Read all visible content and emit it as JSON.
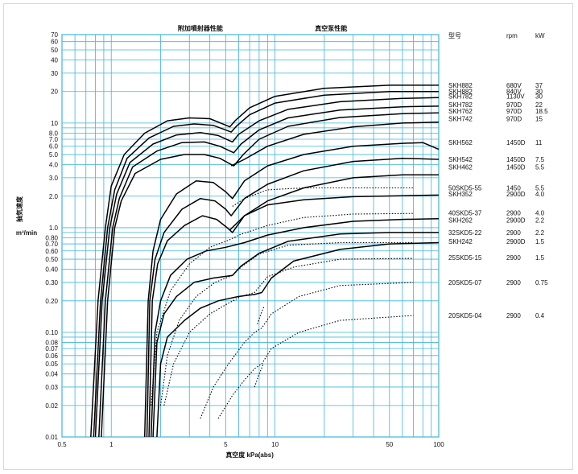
{
  "chart_data": {
    "type": "line",
    "title": "",
    "header_left": "附加噴射器性能",
    "header_right": "真空泵性能",
    "xlabel": "真空度 kPa(abs)",
    "ylabel": "抽気速度",
    "yunit": "m³/min",
    "xscale": "log",
    "yscale": "log",
    "xlim": [
      0.5,
      100
    ],
    "ylim": [
      0.01,
      70
    ],
    "grid": true,
    "x_ticks": [
      0.5,
      1,
      5,
      10,
      50,
      100
    ],
    "x_tick_labels": [
      "0.5",
      "1",
      "5",
      "10",
      "50",
      "100"
    ],
    "y_ticks": [
      0.01,
      0.02,
      0.03,
      0.04,
      0.05,
      0.06,
      0.07,
      0.08,
      0.1,
      0.2,
      0.3,
      0.4,
      0.5,
      0.6,
      0.7,
      0.8,
      1.0,
      2.0,
      3.0,
      4.0,
      5.0,
      6.0,
      7.0,
      8.0,
      10,
      20,
      30,
      40,
      50,
      60,
      70
    ],
    "y_tick_labels": [
      "0.01",
      "0.02",
      "0.03",
      "0.04",
      "0.05",
      "0.06",
      "0.07",
      "0.08",
      "0.10",
      "0.20",
      "0.30",
      "0.40",
      "0.50",
      "0.60",
      "0.70",
      "0.80",
      "1.0",
      "2.0",
      "3.0",
      "4.0",
      "5.0",
      "6.0",
      "7.0",
      "8.0",
      "10",
      "20",
      "30",
      "40",
      "50",
      "60",
      "70"
    ],
    "table_headers": [
      "型号",
      "rpm",
      "kW"
    ],
    "table_rows": [
      {
        "model": "SKH882",
        "rpm": "680V",
        "kw": "37",
        "y": 23
      },
      {
        "model": "SKH882",
        "rpm": "840V",
        "kw": "30",
        "y": 20
      },
      {
        "model": "SKH782",
        "rpm": "1130V",
        "kw": "30",
        "y": 18
      },
      {
        "model": "SKH782",
        "rpm": "970D",
        "kw": "22",
        "y": 15
      },
      {
        "model": "SKH762",
        "rpm": "970D",
        "kw": "18.5",
        "y": 13
      },
      {
        "model": "SKH742",
        "rpm": "970D",
        "kw": "15",
        "y": 11
      },
      {
        "model": "SKH562",
        "rpm": "1450D",
        "kw": "11",
        "y": 6.5
      },
      {
        "model": "SKH542",
        "rpm": "1450D",
        "kw": "7.5",
        "y": 4.5
      },
      {
        "model": "SKH462",
        "rpm": "1450D",
        "kw": "5.5",
        "y": 3.8
      },
      {
        "model": "50SKD5-55",
        "rpm": "1450",
        "kw": "5.5",
        "y": 2.4
      },
      {
        "model": "SKH352",
        "rpm": "2900D",
        "kw": "4.0",
        "y": 2.1
      },
      {
        "model": "40SKD5-37",
        "rpm": "2900",
        "kw": "4.0",
        "y": 1.38
      },
      {
        "model": "SKH262",
        "rpm": "2900D",
        "kw": "2.2",
        "y": 1.18
      },
      {
        "model": "32SKD5-22",
        "rpm": "2900",
        "kw": "2.2",
        "y": 0.9
      },
      {
        "model": "SKH242",
        "rpm": "2900D",
        "kw": "1.5",
        "y": 0.74
      },
      {
        "model": "25SKD5-15",
        "rpm": "2900",
        "kw": "1.5",
        "y": 0.52
      },
      {
        "model": "20SKD5-07",
        "rpm": "2900",
        "kw": "0.75",
        "y": 0.3
      },
      {
        "model": "20SKD5-04",
        "rpm": "2900",
        "kw": "0.4",
        "y": 0.145
      }
    ],
    "series": [
      {
        "style": "solid",
        "points": [
          [
            0.75,
            0.01
          ],
          [
            0.83,
            0.2
          ],
          [
            0.92,
            1.0
          ],
          [
            1.0,
            2.5
          ],
          [
            1.2,
            5
          ],
          [
            1.6,
            8
          ],
          [
            2.2,
            10.5
          ],
          [
            3.0,
            11.2
          ],
          [
            4.0,
            11
          ],
          [
            5.3,
            9.2
          ],
          [
            5.7,
            10.5
          ],
          [
            7,
            14
          ],
          [
            10,
            18
          ],
          [
            20,
            21.5
          ],
          [
            50,
            23
          ],
          [
            100,
            23
          ]
        ]
      },
      {
        "style": "solid",
        "points": [
          [
            0.78,
            0.01
          ],
          [
            0.86,
            0.2
          ],
          [
            0.95,
            1.0
          ],
          [
            1.05,
            2.3
          ],
          [
            1.25,
            4.6
          ],
          [
            1.7,
            7.2
          ],
          [
            2.4,
            9.3
          ],
          [
            3.2,
            9.8
          ],
          [
            4.2,
            9.5
          ],
          [
            5.4,
            8.2
          ],
          [
            5.8,
            9.3
          ],
          [
            7,
            12
          ],
          [
            10,
            15.5
          ],
          [
            20,
            18.5
          ],
          [
            50,
            20
          ],
          [
            100,
            20
          ]
        ]
      },
      {
        "style": "solid",
        "points": [
          [
            0.8,
            0.01
          ],
          [
            0.88,
            0.2
          ],
          [
            0.98,
            1.0
          ],
          [
            1.08,
            2.1
          ],
          [
            1.3,
            4.2
          ],
          [
            1.8,
            6.3
          ],
          [
            2.5,
            7.7
          ],
          [
            3.5,
            8.1
          ],
          [
            4.5,
            7.6
          ],
          [
            5.5,
            6.6
          ],
          [
            6,
            7.8
          ],
          [
            8,
            10.5
          ],
          [
            12,
            13.5
          ],
          [
            25,
            16
          ],
          [
            60,
            17.2
          ],
          [
            100,
            17.5
          ]
        ]
      },
      {
        "style": "solid",
        "points": [
          [
            0.84,
            0.01
          ],
          [
            0.92,
            0.2
          ],
          [
            1.02,
            1.0
          ],
          [
            1.12,
            1.9
          ],
          [
            1.35,
            3.8
          ],
          [
            1.9,
            5.4
          ],
          [
            2.7,
            6.5
          ],
          [
            3.7,
            6.6
          ],
          [
            4.6,
            6.0
          ],
          [
            5.6,
            5.2
          ],
          [
            6.2,
            6.3
          ],
          [
            8,
            8.6
          ],
          [
            12,
            11.2
          ],
          [
            25,
            13.3
          ],
          [
            60,
            14.3
          ],
          [
            100,
            14.5
          ]
        ]
      },
      {
        "style": "solid",
        "points": [
          [
            0.87,
            0.01
          ],
          [
            0.95,
            0.2
          ],
          [
            1.05,
            1.0
          ],
          [
            1.15,
            1.8
          ],
          [
            1.4,
            3.3
          ],
          [
            2.0,
            4.5
          ],
          [
            2.8,
            5.0
          ],
          [
            3.7,
            5.0
          ],
          [
            4.6,
            4.6
          ],
          [
            5.6,
            3.9
          ],
          [
            6.4,
            5.0
          ],
          [
            8,
            7.0
          ],
          [
            12,
            9.3
          ],
          [
            25,
            11.3
          ],
          [
            60,
            12.3
          ],
          [
            100,
            12.5
          ]
        ]
      },
      {
        "style": "solid",
        "points": [
          [
            5.4,
            3.9
          ],
          [
            6.5,
            4.5
          ],
          [
            9,
            6.0
          ],
          [
            15,
            7.8
          ],
          [
            30,
            9.2
          ],
          [
            60,
            10
          ],
          [
            100,
            10.2
          ]
        ]
      },
      {
        "style": "solid",
        "points": [
          [
            1.6,
            0.01
          ],
          [
            1.68,
            0.2
          ],
          [
            1.8,
            0.6
          ],
          [
            2.0,
            1.2
          ],
          [
            2.5,
            2.1
          ],
          [
            3.3,
            2.8
          ],
          [
            4.2,
            2.7
          ],
          [
            5.0,
            2.2
          ],
          [
            5.5,
            1.9
          ],
          [
            6.5,
            2.8
          ],
          [
            9,
            3.9
          ],
          [
            15,
            5.0
          ],
          [
            30,
            6.0
          ],
          [
            60,
            6.4
          ],
          [
            80,
            6.5
          ],
          [
            100,
            5.6
          ]
        ]
      },
      {
        "style": "solid",
        "points": [
          [
            1.65,
            0.01
          ],
          [
            1.72,
            0.2
          ],
          [
            1.85,
            0.5
          ],
          [
            2.1,
            0.9
          ],
          [
            2.7,
            1.5
          ],
          [
            3.5,
            1.9
          ],
          [
            4.3,
            1.8
          ],
          [
            5.0,
            1.5
          ],
          [
            5.4,
            1.3
          ],
          [
            6.5,
            1.9
          ],
          [
            9,
            2.6
          ],
          [
            15,
            3.5
          ],
          [
            30,
            4.3
          ],
          [
            60,
            4.6
          ],
          [
            100,
            4.5
          ]
        ]
      },
      {
        "style": "solid",
        "points": [
          [
            1.7,
            0.01
          ],
          [
            1.78,
            0.2
          ],
          [
            1.92,
            0.45
          ],
          [
            2.2,
            0.75
          ],
          [
            2.8,
            1.05
          ],
          [
            3.6,
            1.3
          ],
          [
            4.4,
            1.2
          ],
          [
            5.1,
            1.0
          ],
          [
            5.5,
            0.9
          ],
          [
            6.5,
            1.3
          ],
          [
            9,
            1.8
          ],
          [
            15,
            2.4
          ],
          [
            30,
            3.0
          ],
          [
            60,
            3.2
          ],
          [
            100,
            3.2
          ]
        ]
      },
      {
        "style": "solid",
        "points": [
          [
            5.3,
            0.95
          ],
          [
            6.5,
            1.3
          ],
          [
            9,
            1.65
          ],
          [
            15,
            1.85
          ],
          [
            30,
            1.98
          ],
          [
            60,
            2.02
          ],
          [
            100,
            2.05
          ]
        ]
      },
      {
        "style": "solid",
        "points": [
          [
            1.75,
            0.01
          ],
          [
            1.85,
            0.1
          ],
          [
            2.0,
            0.2
          ],
          [
            2.3,
            0.35
          ],
          [
            2.9,
            0.5
          ],
          [
            3.8,
            0.6
          ],
          [
            5.0,
            0.65
          ],
          [
            6.5,
            0.72
          ],
          [
            9,
            0.85
          ],
          [
            15,
            1.0
          ],
          [
            30,
            1.15
          ],
          [
            60,
            1.2
          ],
          [
            100,
            1.22
          ]
        ]
      },
      {
        "style": "solid",
        "points": [
          [
            1.8,
            0.01
          ],
          [
            1.9,
            0.08
          ],
          [
            2.1,
            0.15
          ],
          [
            2.5,
            0.22
          ],
          [
            3.2,
            0.3
          ],
          [
            4.2,
            0.33
          ],
          [
            5.5,
            0.35
          ],
          [
            6.2,
            0.43
          ],
          [
            8,
            0.57
          ],
          [
            12,
            0.74
          ],
          [
            25,
            0.87
          ],
          [
            50,
            0.9
          ],
          [
            100,
            0.9
          ]
        ]
      },
      {
        "style": "solid",
        "points": [
          [
            1.9,
            0.01
          ],
          [
            2.0,
            0.05
          ],
          [
            2.2,
            0.09
          ],
          [
            2.8,
            0.13
          ],
          [
            3.5,
            0.17
          ],
          [
            4.5,
            0.2
          ],
          [
            6,
            0.22
          ],
          [
            7.5,
            0.23
          ],
          [
            8.3,
            0.24
          ],
          [
            9.5,
            0.33
          ],
          [
            13,
            0.48
          ],
          [
            25,
            0.62
          ],
          [
            50,
            0.7
          ],
          [
            100,
            0.72
          ]
        ]
      },
      {
        "style": "dotted",
        "points": [
          [
            5.5,
            1.6
          ],
          [
            6.5,
            1.9
          ],
          [
            9,
            2.3
          ],
          [
            15,
            2.4
          ],
          [
            30,
            2.4
          ],
          [
            70,
            2.4
          ]
        ]
      },
      {
        "style": "dotted",
        "points": [
          [
            1.75,
            0.02
          ],
          [
            1.9,
            0.1
          ],
          [
            2.3,
            0.25
          ],
          [
            3.0,
            0.45
          ],
          [
            4.0,
            0.65
          ],
          [
            5.2,
            0.76
          ],
          [
            5.8,
            0.82
          ],
          [
            6,
            0.85
          ],
          [
            9,
            1.05
          ],
          [
            15,
            1.25
          ],
          [
            30,
            1.35
          ],
          [
            70,
            1.37
          ]
        ]
      },
      {
        "style": "dotted",
        "points": [
          [
            2.0,
            0.02
          ],
          [
            2.2,
            0.06
          ],
          [
            2.6,
            0.13
          ],
          [
            3.3,
            0.22
          ],
          [
            4.3,
            0.3
          ],
          [
            5.5,
            0.35
          ],
          [
            6.2,
            0.42
          ],
          [
            8,
            0.56
          ],
          [
            12,
            0.68
          ],
          [
            25,
            0.72
          ],
          [
            70,
            0.72
          ]
        ]
      },
      {
        "style": "dotted",
        "points": [
          [
            2.1,
            0.02
          ],
          [
            2.4,
            0.05
          ],
          [
            3.0,
            0.1
          ],
          [
            4.0,
            0.15
          ],
          [
            5.2,
            0.19
          ],
          [
            6.2,
            0.22
          ],
          [
            7.5,
            0.24
          ],
          [
            9,
            0.34
          ],
          [
            13,
            0.42
          ],
          [
            25,
            0.5
          ],
          [
            70,
            0.51
          ]
        ]
      },
      {
        "style": "dotted",
        "points": [
          [
            3.5,
            0.015
          ],
          [
            4.2,
            0.03
          ],
          [
            5.2,
            0.05
          ],
          [
            6.5,
            0.08
          ],
          [
            7.5,
            0.1
          ],
          [
            8.3,
            0.11
          ],
          [
            9.5,
            0.15
          ],
          [
            14,
            0.22
          ],
          [
            25,
            0.28
          ],
          [
            70,
            0.3
          ]
        ]
      },
      {
        "style": "dotted",
        "points": [
          [
            4.5,
            0.015
          ],
          [
            5.5,
            0.025
          ],
          [
            6.5,
            0.035
          ],
          [
            7.5,
            0.045
          ],
          [
            8.3,
            0.05
          ],
          [
            9.5,
            0.07
          ],
          [
            14,
            0.1
          ],
          [
            25,
            0.13
          ],
          [
            50,
            0.14
          ],
          [
            70,
            0.145
          ]
        ]
      },
      {
        "style": "dotted",
        "points": [
          [
            7.5,
            0.03
          ],
          [
            8,
            0.04
          ],
          [
            8.5,
            0.05
          ]
        ]
      },
      {
        "style": "dotted",
        "points": [
          [
            7.8,
            0.12
          ],
          [
            8.2,
            0.15
          ],
          [
            8.6,
            0.18
          ]
        ]
      }
    ]
  }
}
